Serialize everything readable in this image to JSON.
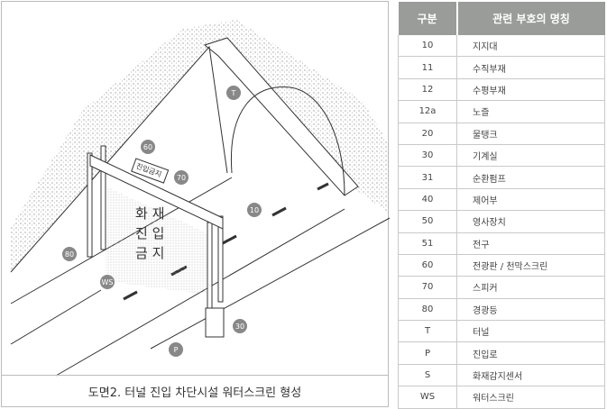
{
  "figure": {
    "caption": "도면2. 터널 진입 차단시설 워터스크린 형성",
    "callouts": [
      "T",
      "60",
      "70",
      "10",
      "80",
      "WS",
      "30",
      "P"
    ],
    "sign_text": "진입금지",
    "screen_text": [
      "화 재",
      "진 입",
      "금 지"
    ]
  },
  "table": {
    "headers": [
      "구분",
      "관련 부호의 명칭"
    ],
    "rows": [
      {
        "code": "10",
        "name": "지지대"
      },
      {
        "code": "11",
        "name": "수직부재"
      },
      {
        "code": "12",
        "name": "수평부재"
      },
      {
        "code": "12a",
        "name": "노즐"
      },
      {
        "code": "20",
        "name": "물탱크"
      },
      {
        "code": "30",
        "name": "기계실"
      },
      {
        "code": "31",
        "name": "순환펌프"
      },
      {
        "code": "40",
        "name": "제어부"
      },
      {
        "code": "50",
        "name": "영사장치"
      },
      {
        "code": "51",
        "name": "전구"
      },
      {
        "code": "60",
        "name": "전광판 / 천막스크린"
      },
      {
        "code": "70",
        "name": "스피커"
      },
      {
        "code": "80",
        "name": "경광등"
      },
      {
        "code": "T",
        "name": "터널"
      },
      {
        "code": "P",
        "name": "진입로"
      },
      {
        "code": "S",
        "name": "화재감지센서"
      },
      {
        "code": "WS",
        "name": "워터스크린"
      }
    ]
  }
}
